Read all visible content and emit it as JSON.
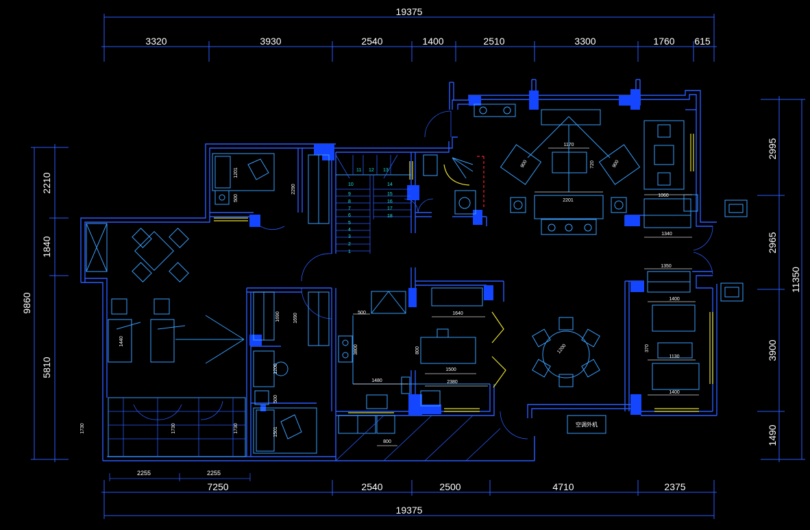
{
  "top_dims": {
    "total": "19375",
    "segments": [
      "3320",
      "3930",
      "2540",
      "1400",
      "2510",
      "3300",
      "1760",
      "615"
    ]
  },
  "bottom_dims": {
    "total": "19375",
    "segments": [
      "7250",
      "2540",
      "2500",
      "4710",
      "2375"
    ],
    "sub_segments": [
      "2255",
      "2255"
    ]
  },
  "left_dims": {
    "total": "9860",
    "segments": [
      "2210",
      "1840",
      "5810"
    ]
  },
  "right_dims": {
    "total": "11350",
    "segments": [
      "2995",
      "2965",
      "3900",
      "1490"
    ]
  },
  "room_dims": {
    "bed1_a": "1201",
    "bed1_b": "500",
    "wardrobe1": "2290",
    "stair_steps_left": [
      "10",
      "9",
      "8",
      "7",
      "6",
      "5",
      "4",
      "3",
      "2",
      "1"
    ],
    "stair_steps_top": [
      "11",
      "12",
      "13"
    ],
    "stair_steps_right": [
      "14",
      "15",
      "16",
      "17",
      "18"
    ],
    "sofa_w": "1170",
    "tv_h": "720",
    "arm_l": "900",
    "arm_r": "900",
    "sofa_main": "2201",
    "side_1060": "1060",
    "side_1340": "1340",
    "side_1350": "1350",
    "sofa2_w": "1400",
    "sofa2_gap": "370",
    "table2": "1130",
    "sofa3_w": "1400",
    "wardrobe2": "1690",
    "wardrobe3": "1690",
    "kitchen_500": "500",
    "kitchen_3800": "3800",
    "kitchen_1480": "1480",
    "counter_1640": "1640",
    "island_800": "800",
    "island_1500": "1500",
    "counter_2380": "2380",
    "dining": "1200",
    "bath_1200": "1200",
    "bath_500": "500",
    "bed2": "1501",
    "sink_800": "800",
    "lounge_1440": "1440",
    "balcony_a": "1730",
    "balcony_b": "1730",
    "balcony_c": "1730"
  },
  "labels": {
    "ac_unit": "空调外机"
  }
}
